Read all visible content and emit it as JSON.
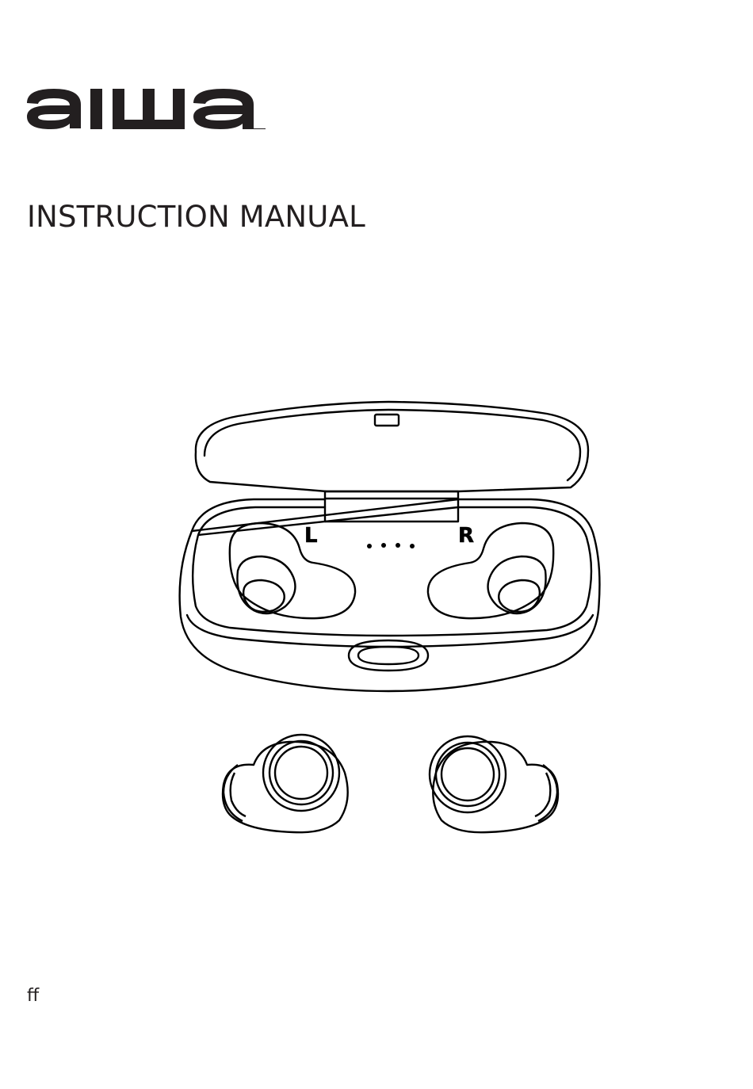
{
  "brand": {
    "logo_text": "aiwa",
    "color": "#231f20"
  },
  "cover": {
    "title": "INSTRUCTION MANUAL",
    "footer_mark": "ff"
  },
  "illustration": {
    "case_left_label": "L",
    "case_right_label": "R",
    "line_color": "#000000"
  }
}
